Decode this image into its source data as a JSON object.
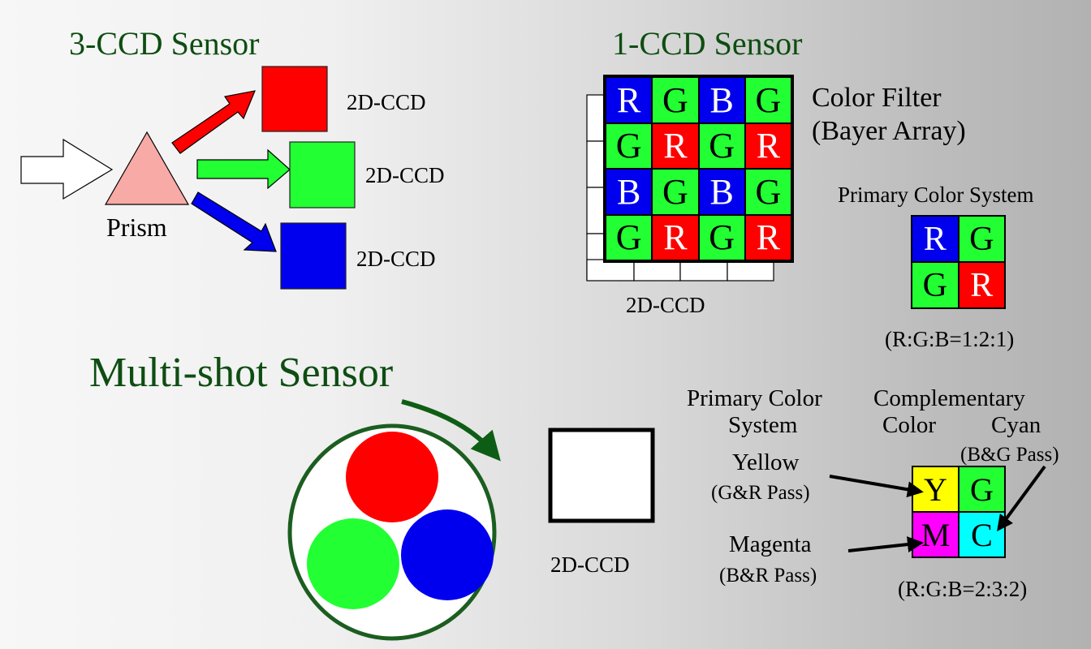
{
  "titles": {
    "three_ccd": "3-CCD Sensor",
    "one_ccd": "1-CCD Sensor",
    "multi_shot": "Multi-shot Sensor"
  },
  "three_ccd": {
    "prism_label": "Prism",
    "sensors": [
      {
        "color": "red",
        "fill": "#ff0000",
        "label": "2D-CCD"
      },
      {
        "color": "green",
        "fill": "#22ff33",
        "label": "2D-CCD"
      },
      {
        "color": "blue",
        "fill": "#0000ee",
        "label": "2D-CCD"
      }
    ],
    "prism_fill": "#f8aaa6"
  },
  "one_ccd": {
    "filter_label_line1": "Color Filter",
    "filter_label_line2": "(Bayer Array)",
    "ccd_label": "2D-CCD",
    "bayer_grid": [
      [
        {
          "l": "R",
          "c": "blue"
        },
        {
          "l": "G",
          "c": "green"
        },
        {
          "l": "B",
          "c": "blue"
        },
        {
          "l": "G",
          "c": "green"
        }
      ],
      [
        {
          "l": "G",
          "c": "green"
        },
        {
          "l": "R",
          "c": "red"
        },
        {
          "l": "G",
          "c": "green"
        },
        {
          "l": "R",
          "c": "red"
        }
      ],
      [
        {
          "l": "B",
          "c": "blue"
        },
        {
          "l": "G",
          "c": "green"
        },
        {
          "l": "B",
          "c": "blue"
        },
        {
          "l": "G",
          "c": "green"
        }
      ],
      [
        {
          "l": "G",
          "c": "green"
        },
        {
          "l": "R",
          "c": "red"
        },
        {
          "l": "G",
          "c": "green"
        },
        {
          "l": "R",
          "c": "red"
        }
      ]
    ],
    "primary_title": "Primary Color System",
    "primary_grid": [
      [
        {
          "l": "R",
          "c": "blue"
        },
        {
          "l": "G",
          "c": "green"
        }
      ],
      [
        {
          "l": "G",
          "c": "green"
        },
        {
          "l": "R",
          "c": "red"
        }
      ]
    ],
    "primary_ratio": "(R:G:B=1:2:1)"
  },
  "multi_shot": {
    "wheel_colors": [
      "#ff0000",
      "#22ff33",
      "#0000ee"
    ],
    "ccd_label": "2D-CCD"
  },
  "complementary": {
    "primary_header_line1": "Primary Color",
    "primary_header_line2": "System",
    "comp_header_line1": "Complementary",
    "comp_header_line2": "Color",
    "cyan_label": "Cyan",
    "cyan_pass": "(B&G Pass)",
    "yellow_label": "Yellow",
    "yellow_pass": "(G&R Pass)",
    "magenta_label": "Magenta",
    "magenta_pass": "(B&R Pass)",
    "grid": [
      [
        {
          "l": "Y",
          "c": "yellow"
        },
        {
          "l": "G",
          "c": "green"
        }
      ],
      [
        {
          "l": "M",
          "c": "magenta"
        },
        {
          "l": "C",
          "c": "cyan"
        }
      ]
    ],
    "ratio": "(R:G:B=2:3:2)"
  },
  "palette": {
    "red": "#ff0000",
    "green": "#22ff33",
    "blue": "#0000ee",
    "yellow": "#ffff00",
    "magenta": "#ff00ff",
    "cyan": "#00ffff",
    "title_green": "#0e4d12"
  }
}
